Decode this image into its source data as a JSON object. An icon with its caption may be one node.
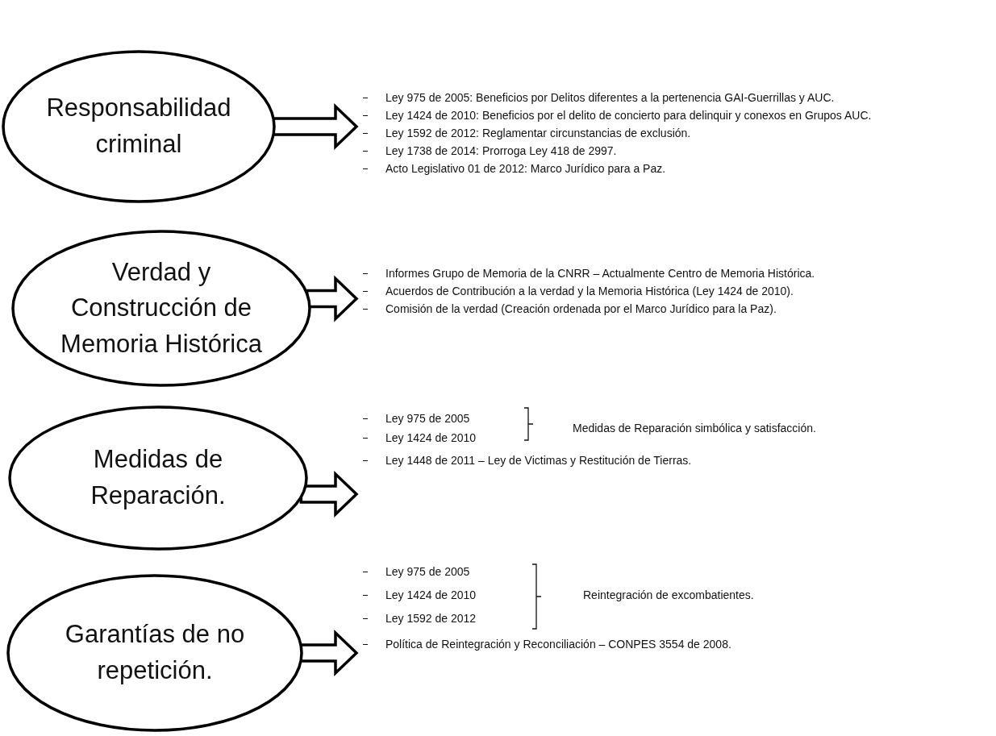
{
  "diagram": {
    "nodes": [
      {
        "text": [
          "Responsabilidad criminal"
        ]
      },
      {
        "text": [
          "Ley 975 de 2005: Beneficios por Delitos diferentes a la pertenencia GAI-Guerrillas y AUC.",
          "Ley 1424 de 2010: Beneficios por el delito de concierto para delinquir y conexos en Grupos AUC.",
          "Ley 1592 de 2012: Reglamentar circunstancias de exclusión.",
          "Ley 1738 de 2014: Prorroga Ley 418 de 2997.",
          "Acto Legislativo 01 de 2012: Marco Jurídico para a Paz."
        ]
      },
      {
        "text": [
          "Verdad y Construcción de Memoria Histórica"
        ]
      },
      {
        "text": [
          "Informes Grupo de Memoria de la CNRR – Actualmente Centro de Memoria Histórica.",
          "Acuerdos de Contribución a la verdad y la Memoria Histórica (Ley 1424 de 2010).",
          "Comisión de la verdad (Creación ordenada por el Marco Jurídico para la Paz)."
        ]
      },
      {
        "text": [
          "Medidas de Reparación."
        ]
      },
      {
        "text": [
          "Ley 975 de 2005",
          "Ley 1424 de 2010",
          "Medidas de Reparación simbólica y satisfacción.",
          "Ley 1448 de 2011 – Ley de Victimas y Restitución de Tierras."
        ]
      },
      {
        "text": [
          "Garantías de no repetición."
        ]
      },
      {
        "text": [
          "Ley 975 de 2005",
          "Ley 1424 de 2010",
          "Ley 1592 de 2012",
          "Reintegración de excombatientes.",
          "Política de Reintegración y Reconciliación – CONPES 3554 de 2008."
        ]
      }
    ],
    "edges": [
      {
        "from": 0,
        "to": 1,
        "arrow": "to"
      },
      {
        "from": 2,
        "to": 3,
        "arrow": "to"
      },
      {
        "from": 4,
        "to": 5,
        "arrow": "to"
      },
      {
        "from": 6,
        "to": 7,
        "arrow": "to"
      }
    ]
  }
}
